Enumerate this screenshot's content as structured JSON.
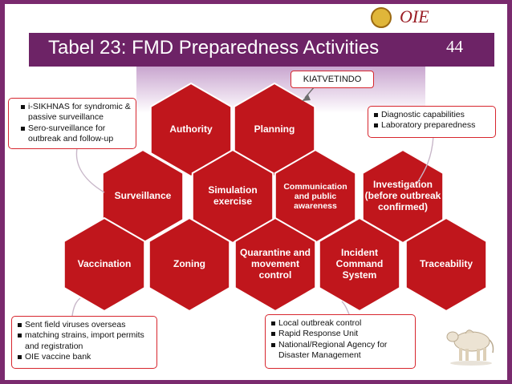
{
  "title": "Tabel 23: FMD Preparedness Activities",
  "page_number": "44",
  "tag_label": "KIATVETINDO",
  "colors": {
    "frame": "#7a2a6e",
    "title_bar": "#6d2366",
    "hex": "#c0161c",
    "box_border": "#d7262e"
  },
  "hexagons": [
    {
      "id": "authority",
      "label": "Authority"
    },
    {
      "id": "planning",
      "label": "Planning"
    },
    {
      "id": "surveillance",
      "label": "Surveillance"
    },
    {
      "id": "simulation",
      "label": "Simulation exercise"
    },
    {
      "id": "communication",
      "label": "Communication and public awareness"
    },
    {
      "id": "investigation",
      "label": "Investigation (before outbreak confirmed)"
    },
    {
      "id": "vaccination",
      "label": "Vaccination"
    },
    {
      "id": "zoning",
      "label": "Zoning"
    },
    {
      "id": "quarantine",
      "label": "Quarantine and movement control"
    },
    {
      "id": "incident",
      "label": "Incident Command System"
    },
    {
      "id": "traceability",
      "label": "Traceability"
    }
  ],
  "callouts": {
    "surveillance": [
      "i-SIKHNAS for syndromic & passive surveillance",
      "Sero-surveillance for outbreak and follow-up"
    ],
    "investigation": [
      "Diagnostic capabilities",
      "Laboratory preparedness"
    ],
    "vaccination": [
      "Sent field viruses overseas",
      "matching strains, import permits and registration",
      "OIE vaccine bank"
    ],
    "incident": [
      "Local outbreak control",
      "Rapid Response Unit",
      "National/Regional Agency for Disaster Management"
    ]
  },
  "logos": {
    "seal": "government-seal-icon",
    "oie": "OIE"
  },
  "image": "cow-icon"
}
